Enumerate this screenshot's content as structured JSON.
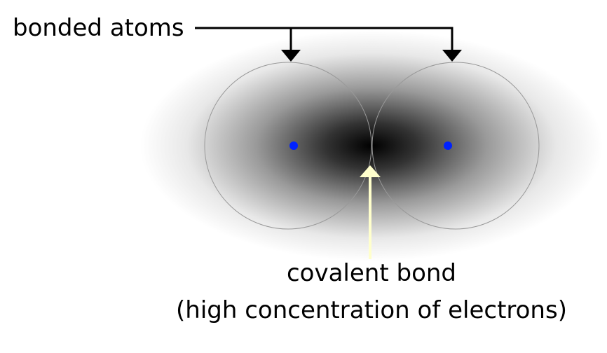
{
  "labels": {
    "bonded_atoms": "bonded atoms",
    "covalent_bond": "covalent bond",
    "covalent_bond_note": "(high concentration of electrons)"
  },
  "colors": {
    "nucleus": "#0022ff",
    "bond_arrow": "#ffffcc",
    "atom_outline": "#999999",
    "cloud_center": "#000000"
  }
}
